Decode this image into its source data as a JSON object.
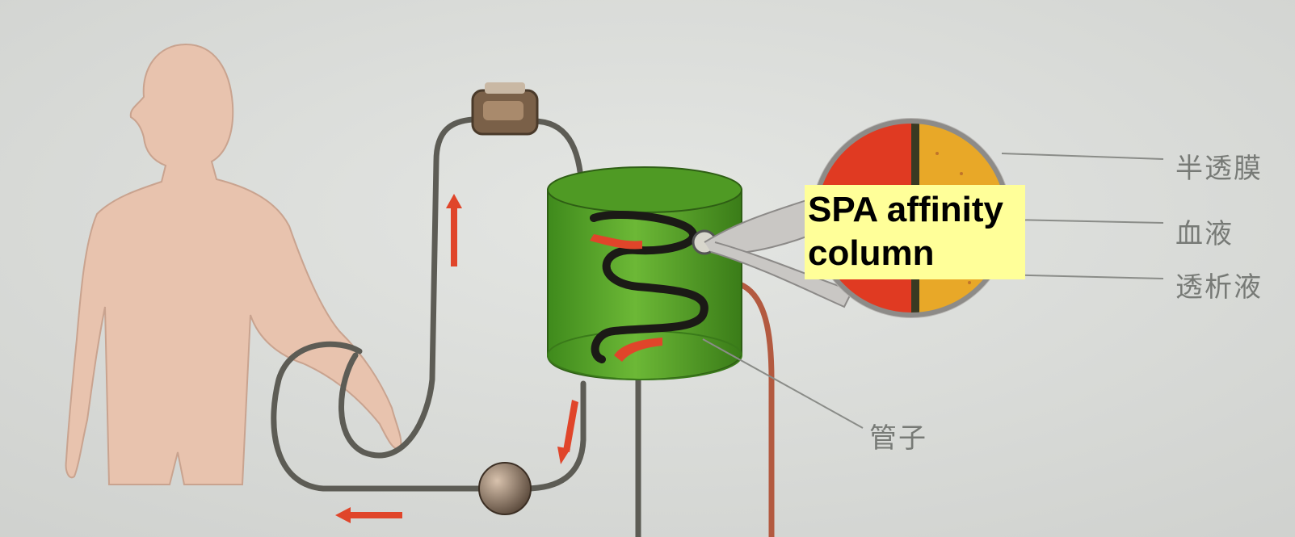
{
  "highlight": {
    "line1": "SPA affinity",
    "line2": "column"
  },
  "labels": {
    "membrane": "半透膜",
    "blood": "血液",
    "dialysate": "透析液",
    "tube": "管子"
  },
  "colors": {
    "background": "#d9dbd8",
    "skin": "#e8c3ae",
    "cylinder": "#5aa628",
    "blood": "#e03a22",
    "dialysate": "#e8a828",
    "flow_arrow": "#e0452a",
    "highlight": "#ffff99"
  }
}
